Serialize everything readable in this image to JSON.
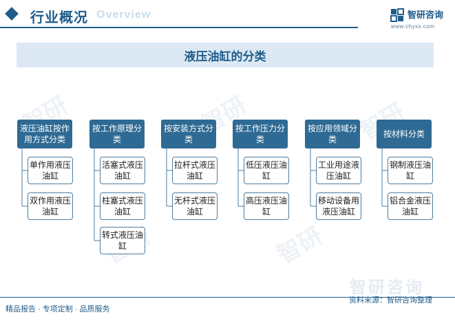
{
  "header": {
    "title": "行业概况",
    "subtitle_en": "Overview",
    "brand_name": "智研咨询",
    "brand_url": "www.chyxx.com"
  },
  "diagram": {
    "title": "液压油缸的分类",
    "categories": [
      {
        "label": "液压油缸按作用方式分类",
        "children": [
          "单作用液压油缸",
          "双作用液压油缸"
        ]
      },
      {
        "label": "按工作原理分类",
        "children": [
          "活塞式液压油缸",
          "柱塞式液压油缸",
          "转式液压油缸"
        ]
      },
      {
        "label": "按安装方式分类",
        "children": [
          "拉杆式液压油缸",
          "无杆式液压油缸"
        ]
      },
      {
        "label": "按工作压力分类",
        "children": [
          "低压液压油缸",
          "高压液压油缸"
        ]
      },
      {
        "label": "按应用领域分类",
        "children": [
          "工业用途液压油缸",
          "移动设备用液压油缸"
        ]
      },
      {
        "label": "按材料分类",
        "children": [
          "钢制液压油缸",
          "铝合金液压油缸"
        ]
      }
    ]
  },
  "footer": {
    "left_text": "精品报告 · 专项定制 · 品质服务",
    "source_text": "资料来源：智研咨询整理",
    "watermark_text": "智研咨询"
  },
  "colors": {
    "primary": "#1f5c8a",
    "category_bg": "#2e6a93",
    "title_band_bg": "#dce9f4",
    "child_border": "#4a7ca2"
  }
}
